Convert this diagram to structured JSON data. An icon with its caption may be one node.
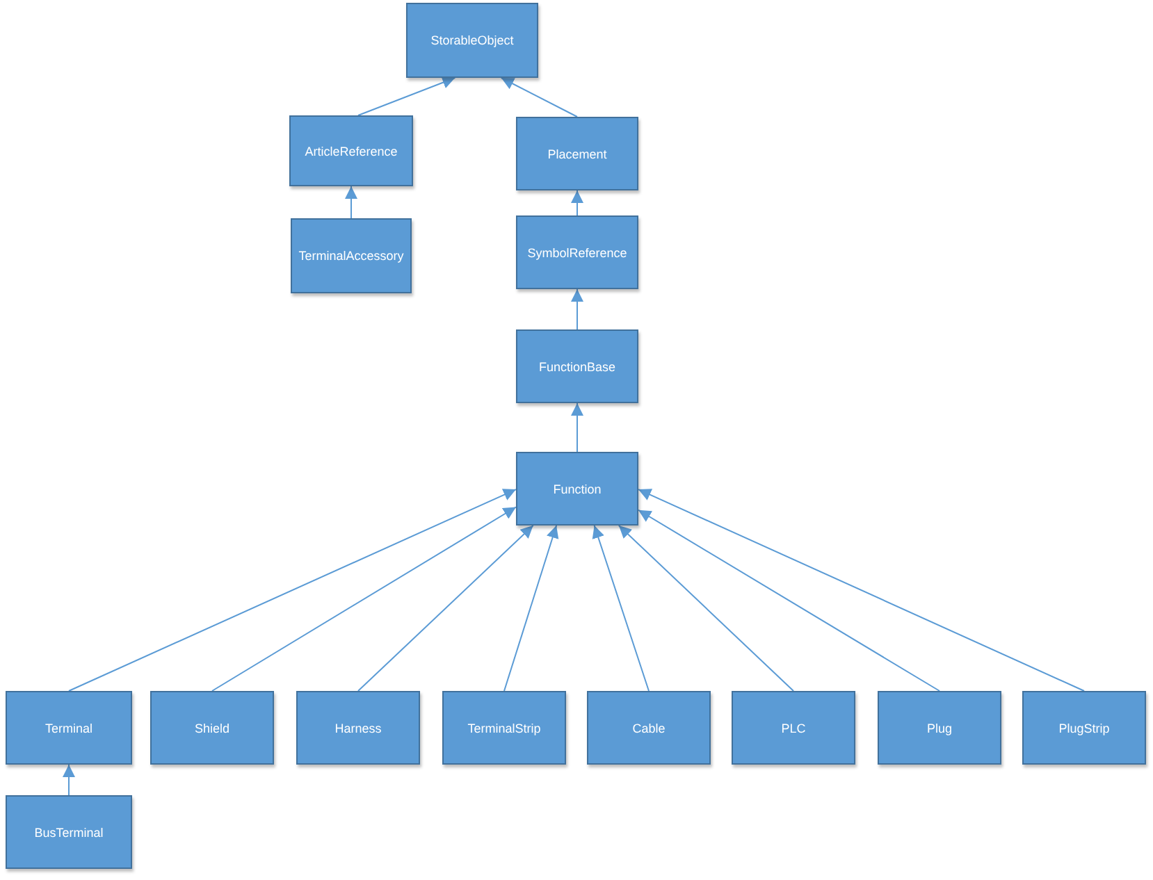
{
  "diagram": {
    "nodes": [
      {
        "text": [
          "StorableObject"
        ]
      },
      {
        "text": [
          "ArticleReference"
        ]
      },
      {
        "text": [
          "Placement"
        ]
      },
      {
        "text": [
          "TerminalAccessory"
        ]
      },
      {
        "text": [
          "SymbolReference"
        ]
      },
      {
        "text": [
          "FunctionBase"
        ]
      },
      {
        "text": [
          "Function"
        ]
      },
      {
        "text": [
          "Terminal"
        ]
      },
      {
        "text": [
          "Shield"
        ]
      },
      {
        "text": [
          "Harness"
        ]
      },
      {
        "text": [
          "TerminalStrip"
        ]
      },
      {
        "text": [
          "Cable"
        ]
      },
      {
        "text": [
          "PLC"
        ]
      },
      {
        "text": [
          "Plug"
        ]
      },
      {
        "text": [
          "PlugStrip"
        ]
      },
      {
        "text": [
          "BusTerminal"
        ]
      }
    ],
    "edges": [
      {
        "from": 1,
        "to": 0,
        "arrow": "to"
      },
      {
        "from": 2,
        "to": 0,
        "arrow": "to"
      },
      {
        "from": 3,
        "to": 1,
        "arrow": "to"
      },
      {
        "from": 4,
        "to": 2,
        "arrow": "to"
      },
      {
        "from": 5,
        "to": 4,
        "arrow": "to"
      },
      {
        "from": 6,
        "to": 5,
        "arrow": "to"
      },
      {
        "from": 7,
        "to": 6,
        "arrow": "to"
      },
      {
        "from": 8,
        "to": 6,
        "arrow": "to"
      },
      {
        "from": 9,
        "to": 6,
        "arrow": "to"
      },
      {
        "from": 10,
        "to": 6,
        "arrow": "to"
      },
      {
        "from": 11,
        "to": 6,
        "arrow": "to"
      },
      {
        "from": 12,
        "to": 6,
        "arrow": "to"
      },
      {
        "from": 13,
        "to": 6,
        "arrow": "to"
      },
      {
        "from": 14,
        "to": 6,
        "arrow": "to"
      },
      {
        "from": 15,
        "to": 7,
        "arrow": "to"
      }
    ]
  }
}
